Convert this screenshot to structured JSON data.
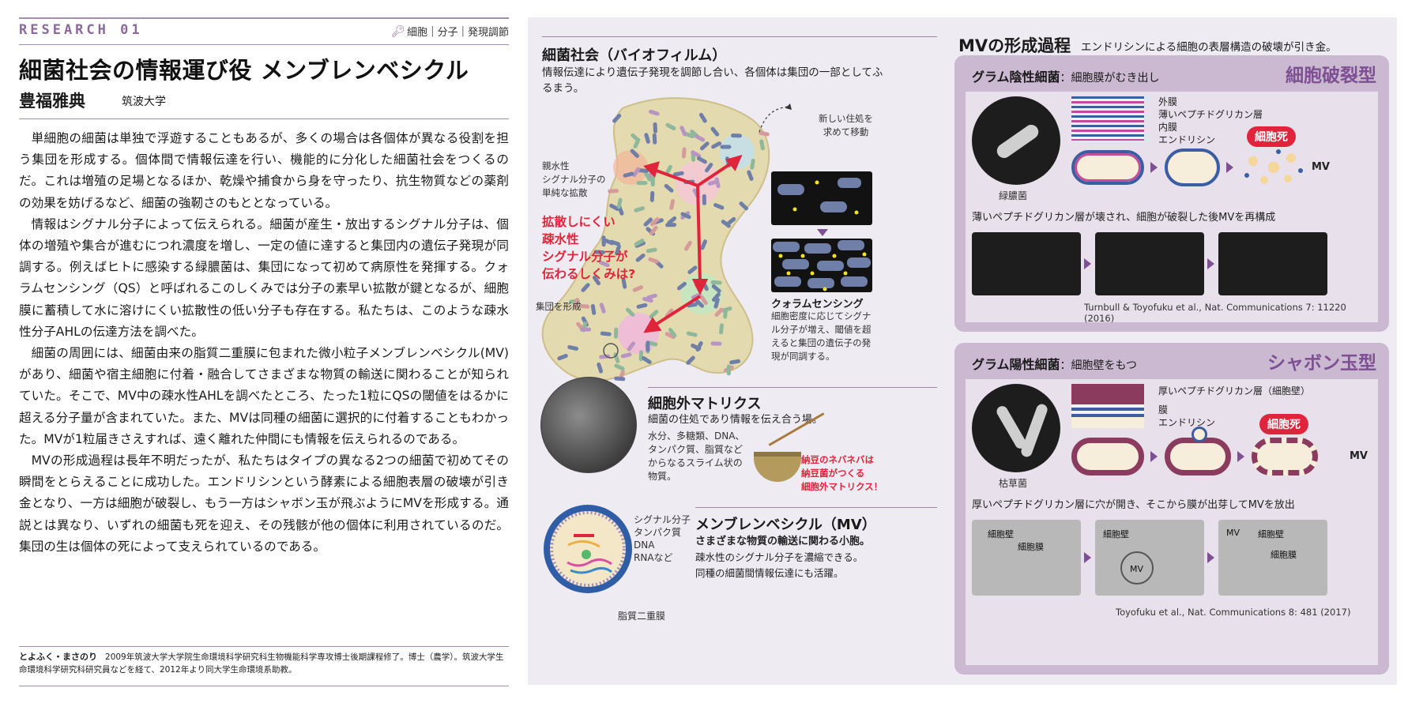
{
  "article": {
    "series": "RESEARCH 01",
    "tags": [
      "細胞",
      "分子",
      "発現調節"
    ],
    "title": "細菌社会の情報運び役 メンブレンベシクル",
    "author": "豊福雅典",
    "affiliation": "筑波大学",
    "paragraphs": [
      "単細胞の細菌は単独で浮遊することもあるが、多くの場合は各個体が異なる役割を担う集団を形成する。個体間で情報伝達を行い、機能的に分化した細菌社会をつくるのだ。これは増殖の足場となるほか、乾燥や捕食から身を守ったり、抗生物質などの薬剤の効果を妨げるなど、細菌の強靭さのもととなっている。",
      "情報はシグナル分子によって伝えられる。細菌が産生・放出するシグナル分子は、個体の増殖や集合が進むにつれ濃度を増し、一定の値に達すると集団内の遺伝子発現が同調する。例えばヒトに感染する緑膿菌は、集団になって初めて病原性を発揮する。クォラムセンシング（QS）と呼ばれるこのしくみでは分子の素早い拡散が鍵となるが、細胞膜に蓄積して水に溶けにくい拡散性の低い分子も存在する。私たちは、このような疎水性分子AHLの伝達方法を調べた。",
      "細菌の周囲には、細菌由来の脂質二重膜に包まれた微小粒子メンブレンベシクル(MV)があり、細菌や宿主細胞に付着・融合してさまざまな物質の輸送に関わることが知られていた。そこで、MV中の疎水性AHLを調べたところ、たった1粒にQSの閾値をはるかに超える分子量が含まれていた。また、MVは同種の細菌に選択的に付着することもわかった。MVが1粒届きさえすれば、遠く離れた仲間にも情報を伝えられるのである。",
      "MVの形成過程は長年不明だったが、私たちはタイプの異なる2つの細菌で初めてその瞬間をとらえることに成功した。エンドリシンという酵素による細胞表層の破壊が引き金となり、一方は細胞が破裂し、もう一方はシャボン玉が飛ぶようにMVを形成する。通説とは異なり、いずれの細菌も死を迎え、その残骸が他の個体に利用されているのだ。集団の生は個体の死によって支えられているのである。"
    ],
    "bio_name": "とよふく・まさのり",
    "bio": "2009年筑波大学大学院生命環境科学研究科生物機能科学専攻博士後期課程修了。博士（農学）。筑波大学生命環境科学研究科研究員などを経て、2012年より同大学生命環境系助教。"
  },
  "figure": {
    "biofilm": {
      "heading": "細菌社会（バイオフィルム）",
      "desc": "情報伝達により遺伝子発現を調節し合い、各個体は集団の一部としてふるまう。",
      "label_diffusion": "親水性\nシグナル分子の\n単純な拡散",
      "question": "拡散しにくい\n疎水性\nシグナル分子が\n伝わるしくみは?",
      "label_move": "新しい住処を\n求めて移動",
      "label_group": "集団を形成"
    },
    "qs": {
      "heading": "クォラムセンシング",
      "desc": "細胞密度に応じてシグナル分子が増え、閾値を超えると集団の遺伝子の発現が同調する。"
    },
    "ecm": {
      "heading": "細胞外マトリクス",
      "desc": "細菌の住処であり情報を伝え合う場。",
      "detail": "水分、多糖類、DNA、タンパク質、脂質などからなるスライム状の物質。",
      "natto": "納豆のネバネバは\n納豆菌がつくる\n細胞外マトリクス！"
    },
    "mv": {
      "heading": "メンブレンベシクル（MV）",
      "desc1": "さまざまな物質の輸送に関わる小胞。",
      "desc2": "疎水性のシグナル分子を濃縮できる。",
      "desc3": "同種の細菌間情報伝達にも活躍。",
      "contents": [
        "シグナル分子",
        "タンパク質",
        "DNA",
        "RNAなど"
      ],
      "membrane": "脂質二重膜"
    },
    "formation": {
      "title": "MVの形成過程",
      "subtitle": "エンドリシンによる細胞の表層構造の破壊が引き金。",
      "negative": {
        "heading": "グラム陰性細菌",
        "heading_sub": "：細胞膜がむき出し",
        "type": "細胞破裂型",
        "species": "緑膿菌",
        "layers": [
          "外膜",
          "薄いペプチドグリカン層",
          "内膜",
          "エンドリシン"
        ],
        "death": "細胞死",
        "mv_label": "MV",
        "caption": "薄いペプチドグリカン層が壊され、細胞が破裂した後MVを再構成",
        "cite": "Turnbull & Toyofuku et al., Nat. Communications 7: 11220 (2016)"
      },
      "positive": {
        "heading": "グラム陽性細菌",
        "heading_sub": "：細胞壁をもつ",
        "type": "シャボン玉型",
        "species": "枯草菌",
        "layers": [
          "厚いペプチドグリカン層（細胞壁）",
          "膜",
          "エンドリシン"
        ],
        "death": "細胞死",
        "mv_label": "MV",
        "caption": "厚いペプチドグリカン層に穴が開き、そこから膜が出芽してMVを放出",
        "tem_labels": [
          "細胞壁",
          "細胞膜",
          "細胞壁",
          "MV",
          "MV",
          "細胞壁",
          "細胞膜"
        ],
        "cite": "Toyofuku et al., Nat. Communications 8: 481 (2017)"
      }
    }
  }
}
